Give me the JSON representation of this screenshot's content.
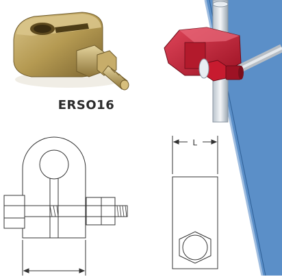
{
  "product": {
    "code": "ERSO16"
  },
  "dimension": {
    "length_label": "L"
  },
  "colors": {
    "brass": "#b59a52",
    "clamp_red": "#c71b2f",
    "panel_blue": "#5b8fc8",
    "line": "#333333"
  },
  "icons": {
    "photo": "brass-connector-photo",
    "application": "red-clamp-on-mast-illustration"
  }
}
